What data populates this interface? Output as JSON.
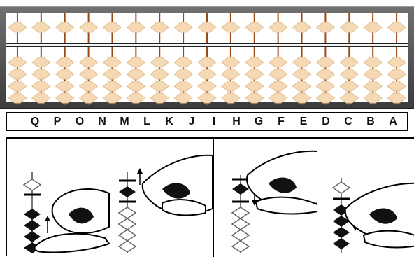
{
  "soroban": {
    "column_count": 17,
    "bead_color": "#f5d9b4",
    "bead_edge_color": "#e3bf93",
    "rod_color": "#9b4a16",
    "frame_color": "#4a4a4a",
    "reckoning_bar_color": "#222222"
  },
  "column_labels": [
    "Q",
    "P",
    "O",
    "N",
    "M",
    "L",
    "K",
    "J",
    "I",
    "H",
    "G",
    "F",
    "E",
    "D",
    "C",
    "B",
    "A"
  ],
  "instruction_panels": [
    {
      "name": "panel-thumb-push-up",
      "hand_icon": "thumb-hand-icon",
      "arrow": "up"
    },
    {
      "name": "panel-index-push-up",
      "hand_icon": "index-finger-hand-icon",
      "arrow": "up"
    },
    {
      "name": "panel-index-pull-down",
      "hand_icon": "index-finger-hand-icon",
      "arrow": "down"
    },
    {
      "name": "panel-index-push-down",
      "hand_icon": "index-finger-hand-icon",
      "arrow": "down"
    }
  ]
}
